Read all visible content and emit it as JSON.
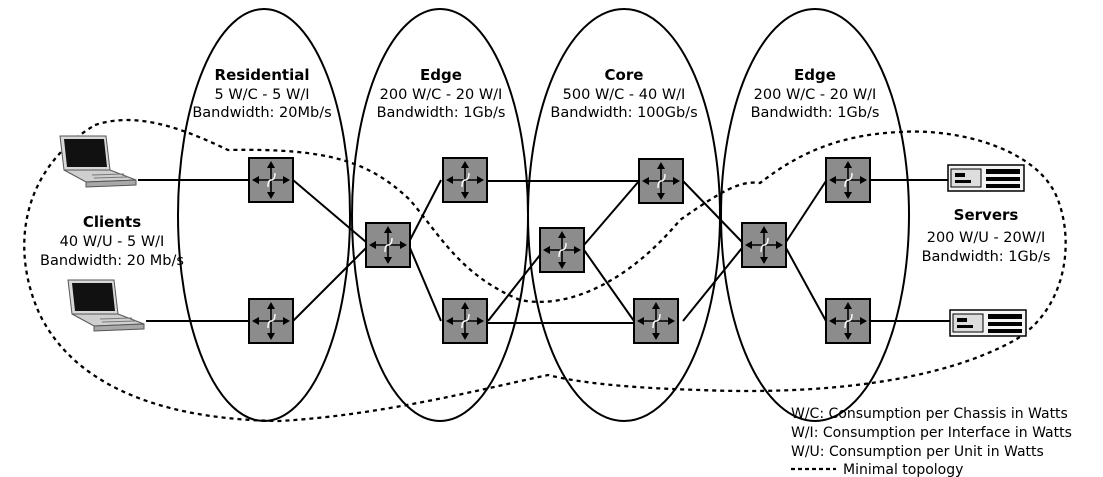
{
  "zones": {
    "residential": {
      "title": "Residential",
      "line1": "5 W/C - 5 W/I",
      "line2": "Bandwidth: 20Mb/s"
    },
    "edge_left": {
      "title": "Edge",
      "line1": "200 W/C - 20 W/I",
      "line2": "Bandwidth: 1Gb/s"
    },
    "core": {
      "title": "Core",
      "line1": "500 W/C - 40 W/I",
      "line2": "Bandwidth: 100Gb/s"
    },
    "edge_right": {
      "title": "Edge",
      "line1": "200 W/C - 20 W/I",
      "line2": "Bandwidth: 1Gb/s"
    }
  },
  "clients": {
    "title": "Clients",
    "line1": "40 W/U - 5 W/I",
    "line2": "Bandwidth: 20 Mb/s"
  },
  "servers": {
    "title": "Servers",
    "line1": "200 W/U - 20W/I",
    "line2": "Bandwidth: 1Gb/s"
  },
  "legend": {
    "wc": "W/C: Consumption per Chassis in Watts",
    "wi": "W/I: Consumption per Interface in Watts",
    "wu": "W/U: Consumption per Unit in Watts",
    "minimal": "Minimal topology"
  }
}
